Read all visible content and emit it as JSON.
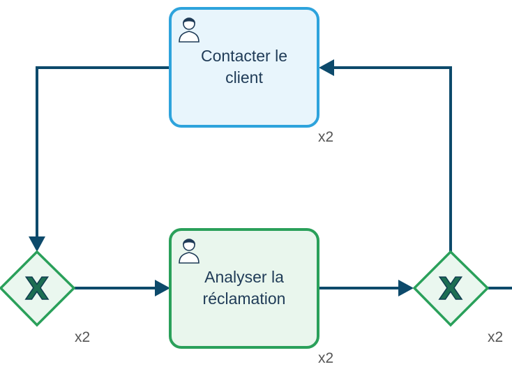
{
  "colors": {
    "flow": "#0d4a6b",
    "task_blue_stroke": "#2ea3dc",
    "task_blue_fill": "#e8f5fc",
    "task_green_stroke": "#2aa05a",
    "task_green_fill": "#e9f6ed",
    "gateway_stroke": "#2aa05a",
    "gateway_fill": "#eaf7ef",
    "gateway_mark": "#1c6e52",
    "gateway_mark_outline": "#0e3c4f",
    "count_text": "#555555"
  },
  "tasks": {
    "contact": {
      "label_line1": "Contacter le",
      "label_line2": "client",
      "count": "x2",
      "icon": "user-icon"
    },
    "analyze": {
      "label_line1": "Analyser la",
      "label_line2": "réclamation",
      "count": "x2",
      "icon": "user-icon"
    }
  },
  "gateways": {
    "left": {
      "symbol": "X",
      "count": "x2",
      "type": "exclusive-gateway"
    },
    "right": {
      "symbol": "X",
      "count": "x2",
      "type": "exclusive-gateway"
    }
  }
}
